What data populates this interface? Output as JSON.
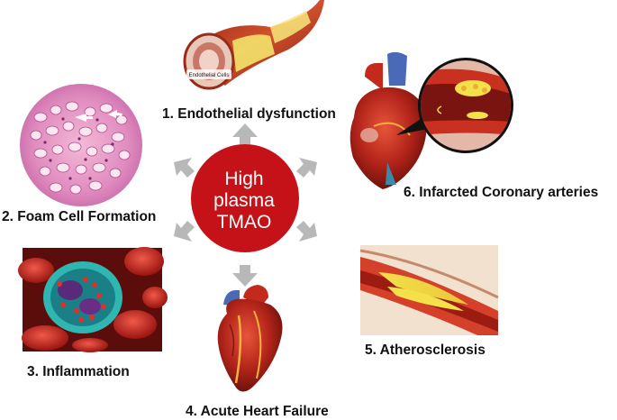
{
  "center": {
    "lines": [
      "High",
      "plasma",
      "TMAO"
    ],
    "color": "#c41218"
  },
  "outcomes": [
    {
      "label": "1. Endothelial dysfunction",
      "image_text": "Endothelial Cells"
    },
    {
      "label": "2. Foam Cell Formation"
    },
    {
      "label": "3. Inflammation"
    },
    {
      "label": "4. Acute Heart Failure"
    },
    {
      "label": "5. Atherosclerosis"
    },
    {
      "label": "6. Infarcted Coronary arteries"
    }
  ],
  "arrow_color": "#b8b8b8"
}
